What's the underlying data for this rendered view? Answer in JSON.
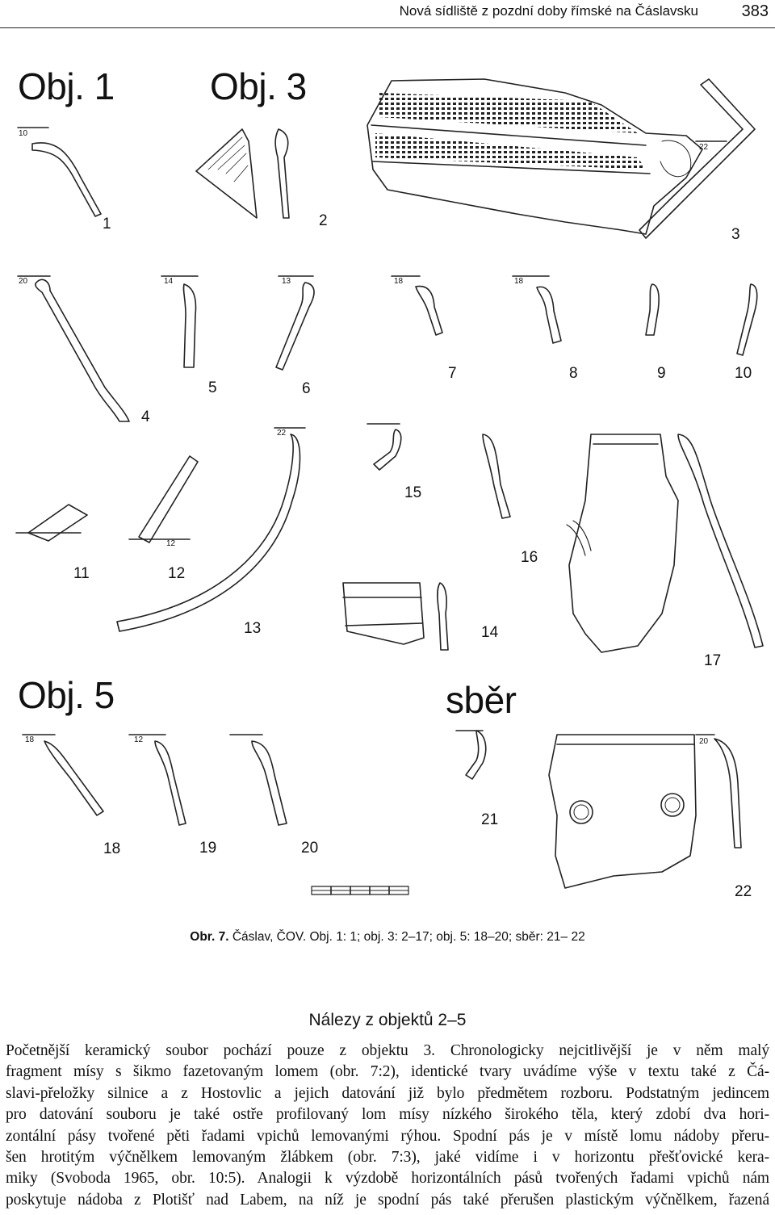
{
  "header": {
    "running_title": "Nová sídliště z pozdní doby římské na Čáslavsku",
    "page_number": "383"
  },
  "figure": {
    "group_labels": {
      "obj1": "Obj. 1",
      "obj3": "Obj. 3",
      "obj5": "Obj. 5",
      "sber": "sběr"
    },
    "diameter_marks": [
      "10",
      "20",
      "14",
      "13",
      "18",
      "18",
      "22",
      "22",
      "12",
      "18",
      "12",
      "20"
    ],
    "find_numbers": [
      "1",
      "2",
      "3",
      "4",
      "5",
      "6",
      "7",
      "8",
      "9",
      "10",
      "11",
      "12",
      "13",
      "14",
      "15",
      "16",
      "17",
      "18",
      "19",
      "20",
      "21",
      "22"
    ]
  },
  "caption": {
    "label": "Obr. 7.",
    "text": " Čáslav, ČOV. Obj. 1: 1; obj. 3: 2–17; obj. 5: 18–20; sběr: 21– 22"
  },
  "section": {
    "heading": "Nálezy z objektů 2–5",
    "lines": [
      "Početnější keramický soubor pochází pouze z objektu 3. Chronologicky nejcitlivější je v něm malý",
      "fragment mísy s šikmo fazetovaným lomem (obr. 7:2), identické tvary uvádíme výše v textu také z Čá-",
      "slavi-přeložky silnice a z Hostovlic a jejich datování již bylo předmětem rozboru. Podstatným jedincem",
      "pro datování souboru je také ostře profilovaný lom mísy nízkého širokého těla, který zdobí dva hori-",
      "zontální pásy tvořené pěti řadami vpichů lemovanými rýhou. Spodní pás je v místě lomu nádoby přeru-",
      "šen hrotitým výčnělkem lemovaným žlábkem (obr. 7:3), jaké vidíme i v horizontu přešťovické kera-",
      "miky (Svoboda 1965, obr. 10:5). Analogii k výzdobě horizontálních pásů tvořených řadami vpichů nám",
      "poskytuje nádoba z Plotišť nad Labem, na níž je spodní pás také přerušen plastickým výčnělkem, řazená"
    ]
  }
}
